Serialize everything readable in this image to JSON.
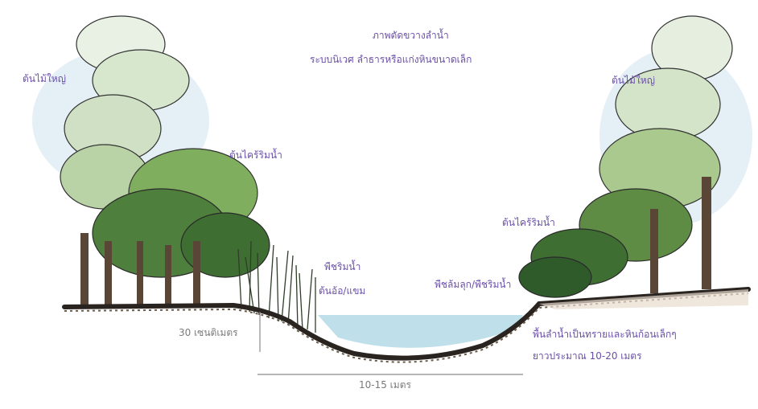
{
  "diagram": {
    "title": "ภาพตัดขวางลำน้ำ",
    "subtitle": "ระบบนิเวศ ลำธารหรือแก่งหินขนาดเล็ก",
    "labels": {
      "big_tree_left": "ต้นไม้ใหญ่",
      "big_tree_right": "ต้นไม้ใหญ่",
      "shrub_left": "ต้นไคร้ริมน้ำ",
      "shrub_right": "ต้นไคร้ริมน้ำ",
      "riparian_plant_left": "พืชริมน้ำ",
      "reed": "ต้นอ้อ/แขม",
      "riparian_plant_right": "พืชล้มลุก/พืชริมน้ำ",
      "bed_description": "พื้นลำน้ำเป็นทรายและหินก้อนเล็กๆ",
      "bed_length": "ยาวประมาณ 10-20 เมตร",
      "bank_height": "30 เซนติเมตร",
      "stream_width": "10-15 เมตร"
    },
    "colors": {
      "label_text": "#6a4fa8",
      "dimension_text": "#7a7a7a",
      "water": "#bfe0ea",
      "foliage_dark": "#2f5a2a",
      "foliage_light": "#7fae5e",
      "ground": "#3b2f25"
    }
  }
}
